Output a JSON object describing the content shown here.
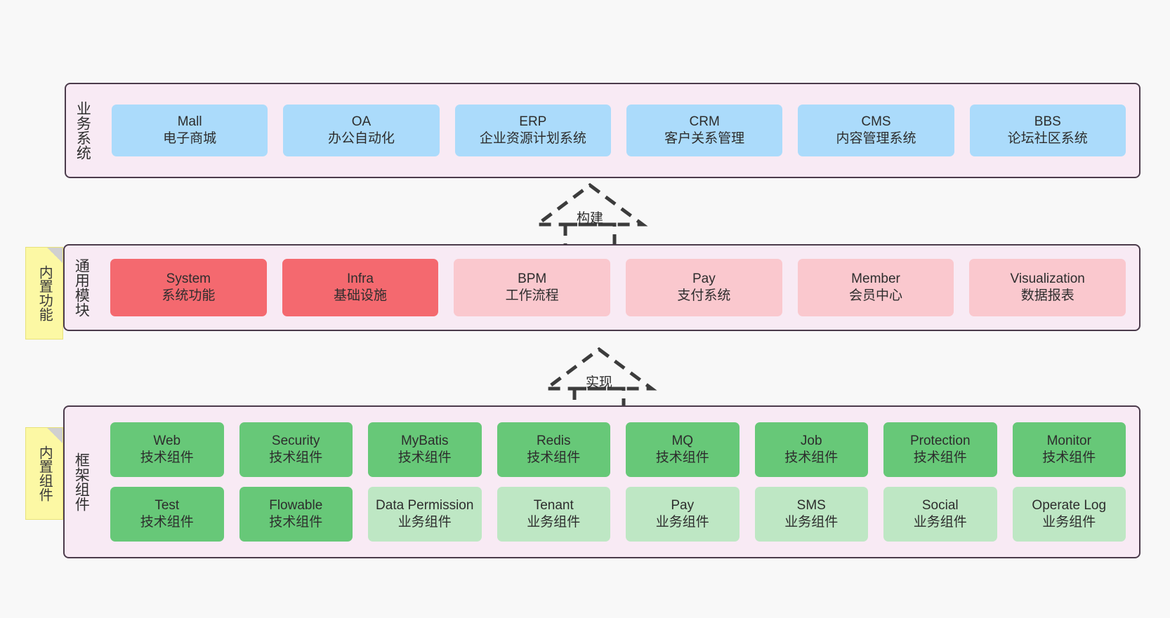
{
  "colors": {
    "panel_bg": "#f8eaf4",
    "panel_border": "#4b3b4b",
    "business_box": "#abdbfb",
    "module_primary": "#f4696f",
    "module_secondary": "#fac8ce",
    "tech_component": "#67c878",
    "biz_component": "#bee7c4",
    "note_bg": "#fcf8a4",
    "page_bg": "#f8f8f8"
  },
  "layers": {
    "business": {
      "title": "业务系统",
      "items": [
        {
          "en": "Mall",
          "cn": "电子商城"
        },
        {
          "en": "OA",
          "cn": "办公自动化"
        },
        {
          "en": "ERP",
          "cn": "企业资源计划系统"
        },
        {
          "en": "CRM",
          "cn": "客户关系管理"
        },
        {
          "en": "CMS",
          "cn": "内容管理系统"
        },
        {
          "en": "BBS",
          "cn": "论坛社区系统"
        }
      ]
    },
    "modules": {
      "title": "通用模块",
      "note": "内置功能",
      "items": [
        {
          "en": "System",
          "cn": "系统功能",
          "style": "primary"
        },
        {
          "en": "Infra",
          "cn": "基础设施",
          "style": "primary"
        },
        {
          "en": "BPM",
          "cn": "工作流程",
          "style": "secondary"
        },
        {
          "en": "Pay",
          "cn": "支付系统",
          "style": "secondary"
        },
        {
          "en": "Member",
          "cn": "会员中心",
          "style": "secondary"
        },
        {
          "en": "Visualization",
          "cn": "数据报表",
          "style": "secondary"
        }
      ]
    },
    "framework": {
      "title": "框架组件",
      "note": "内置组件",
      "row1": [
        {
          "en": "Web",
          "cn": "技术组件",
          "style": "tech"
        },
        {
          "en": "Security",
          "cn": "技术组件",
          "style": "tech"
        },
        {
          "en": "MyBatis",
          "cn": "技术组件",
          "style": "tech"
        },
        {
          "en": "Redis",
          "cn": "技术组件",
          "style": "tech"
        },
        {
          "en": "MQ",
          "cn": "技术组件",
          "style": "tech"
        },
        {
          "en": "Job",
          "cn": "技术组件",
          "style": "tech"
        },
        {
          "en": "Protection",
          "cn": "技术组件",
          "style": "tech"
        },
        {
          "en": "Monitor",
          "cn": "技术组件",
          "style": "tech"
        }
      ],
      "row2": [
        {
          "en": "Test",
          "cn": "技术组件",
          "style": "tech"
        },
        {
          "en": "Flowable",
          "cn": "技术组件",
          "style": "tech"
        },
        {
          "en": "Data Permission",
          "cn": "业务组件",
          "style": "biz"
        },
        {
          "en": "Tenant",
          "cn": "业务组件",
          "style": "biz"
        },
        {
          "en": "Pay",
          "cn": "业务组件",
          "style": "biz"
        },
        {
          "en": "SMS",
          "cn": "业务组件",
          "style": "biz"
        },
        {
          "en": "Social",
          "cn": "业务组件",
          "style": "biz"
        },
        {
          "en": "Operate Log",
          "cn": "业务组件",
          "style": "biz"
        }
      ]
    }
  },
  "arrows": [
    {
      "label": "构建"
    },
    {
      "label": "实现"
    }
  ]
}
